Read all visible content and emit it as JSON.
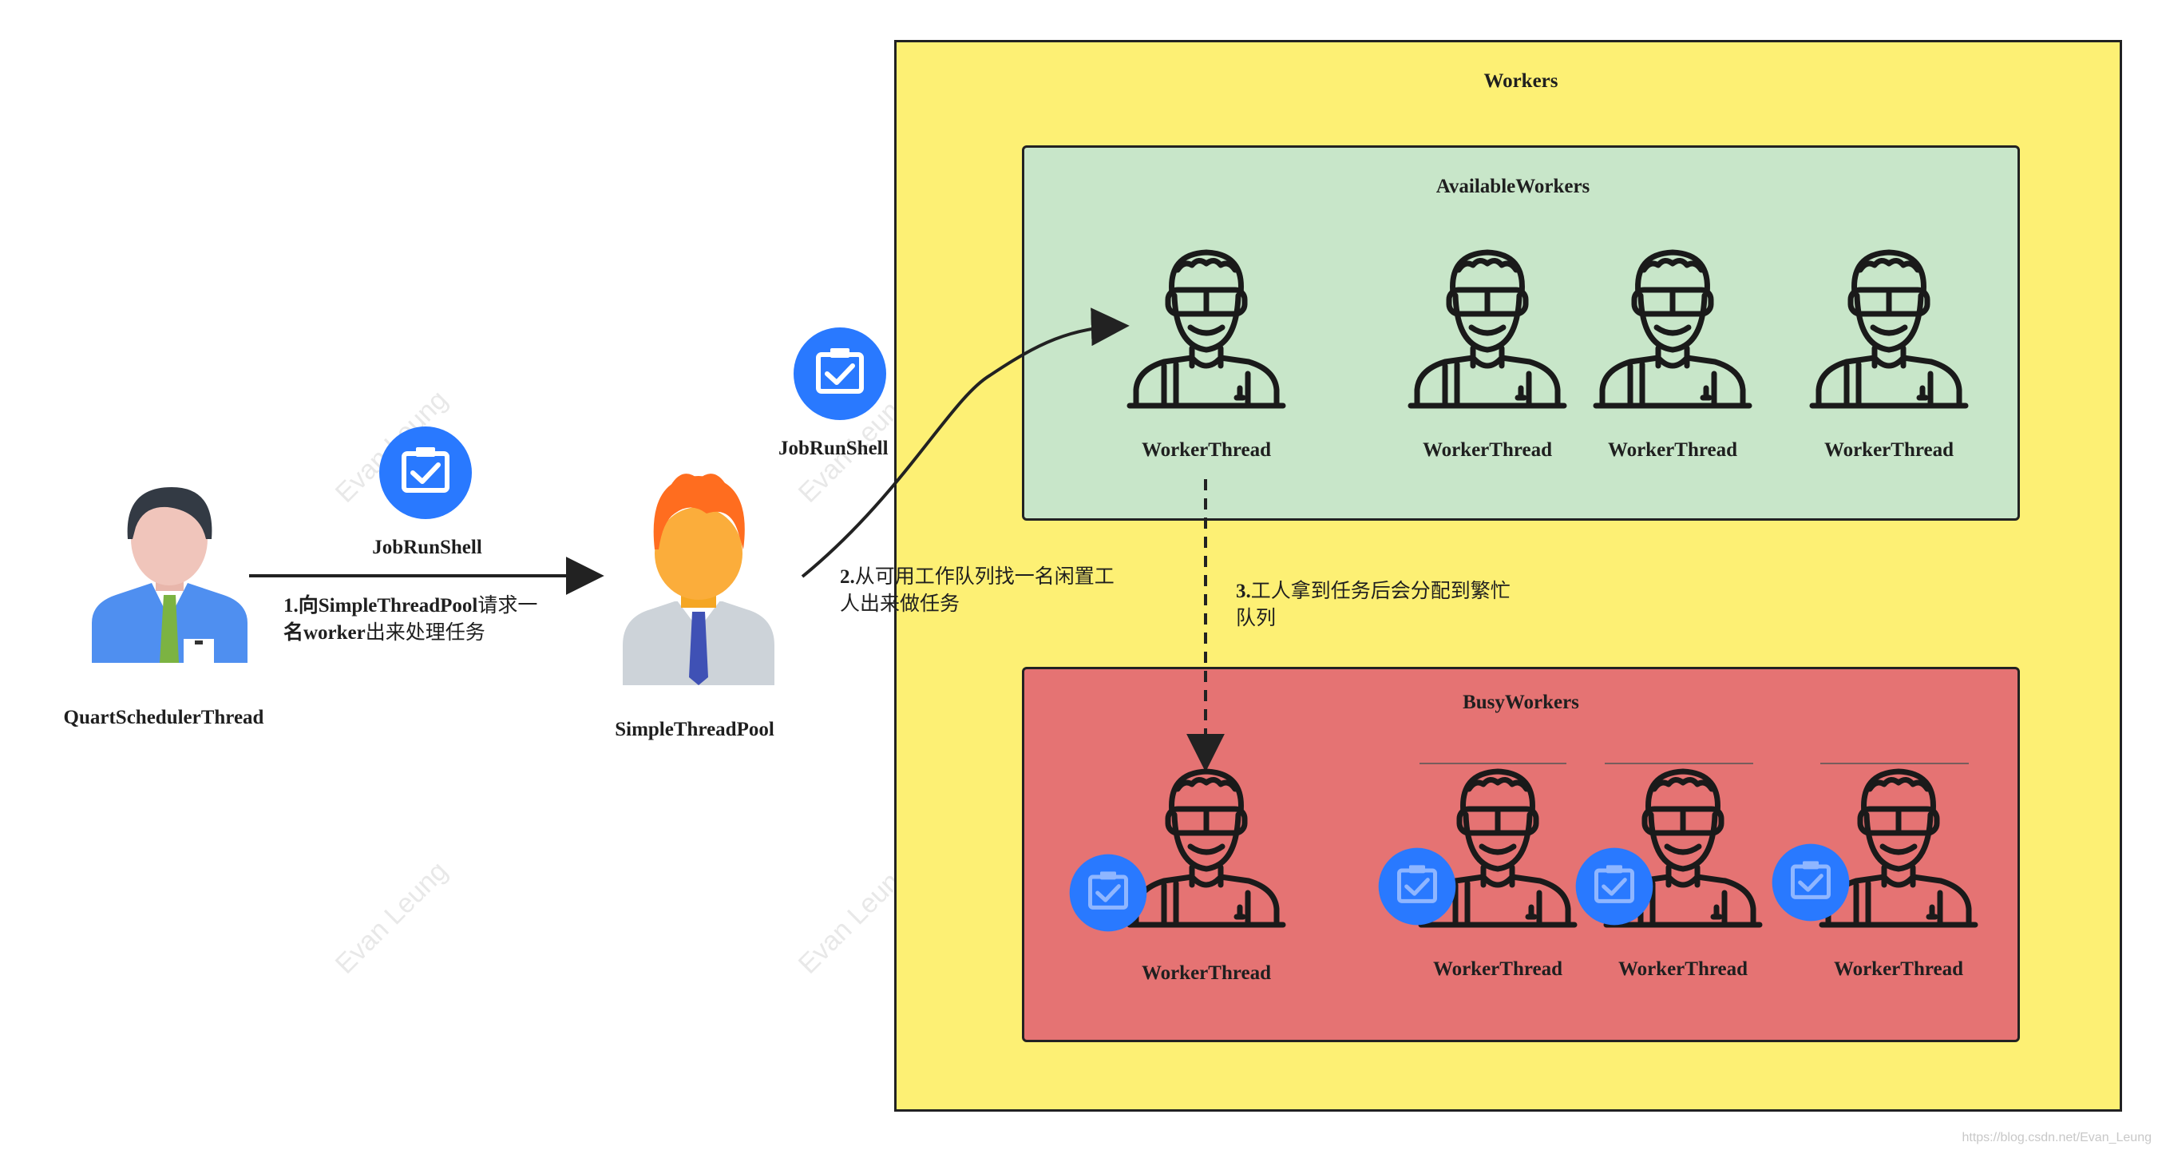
{
  "colors": {
    "workers_bg": "#fdf074",
    "available_bg": "#c8e6c9",
    "busy_bg": "#e57373",
    "task_blue": "#2979ff",
    "arrow": "#222222"
  },
  "actors": {
    "scheduler": {
      "label": "QuartSchedulerThread",
      "icon": "businessman-icon"
    },
    "pool": {
      "label": "SimpleThreadPool",
      "icon": "redhead-worker-icon"
    }
  },
  "tasks": {
    "task1": {
      "label": "JobRunShell",
      "icon": "clipboard-check-icon"
    },
    "task2": {
      "label": "JobRunShell",
      "icon": "clipboard-check-icon"
    }
  },
  "steps": {
    "step1": {
      "num": "1.",
      "bold_text": "向SimpleThreadPool",
      "text1": "请求一",
      "line2_bold": "名worker",
      "line2": "出来处理任务"
    },
    "step2": {
      "num": "2.",
      "line1": "从可用工作队列找一名闲置工",
      "line2": "人出来做任务"
    },
    "step3": {
      "num": "3.",
      "line1": "工人拿到任务后会分配到繁忙",
      "line2": "队列"
    }
  },
  "workers": {
    "title": "Workers",
    "available": {
      "title": "AvailableWorkers",
      "items": [
        {
          "label": "WorkerThread"
        },
        {
          "label": "WorkerThread"
        },
        {
          "label": "WorkerThread"
        },
        {
          "label": "WorkerThread"
        }
      ]
    },
    "busy": {
      "title": "BusyWorkers",
      "items": [
        {
          "label": "WorkerThread"
        },
        {
          "label": "WorkerThread"
        },
        {
          "label": "WorkerThread"
        },
        {
          "label": "WorkerThread"
        }
      ]
    }
  },
  "watermark": "Evan Leung",
  "footer": "https://blog.csdn.net/Evan_Leung"
}
